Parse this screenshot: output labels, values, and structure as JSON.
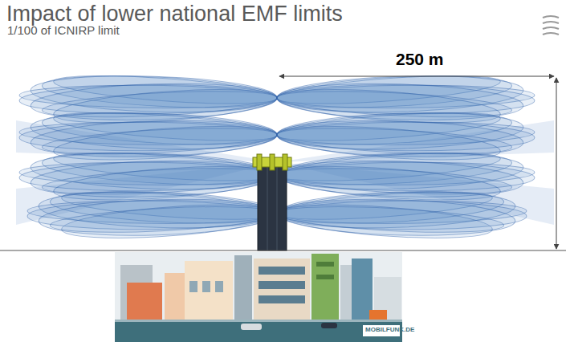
{
  "diagram": {
    "title": "Impact of lower national EMF limits",
    "labels": [
      "1/100 of ICNIRP limit",
      "250 m",
      "MOBILFUNK.DE"
    ]
  }
}
